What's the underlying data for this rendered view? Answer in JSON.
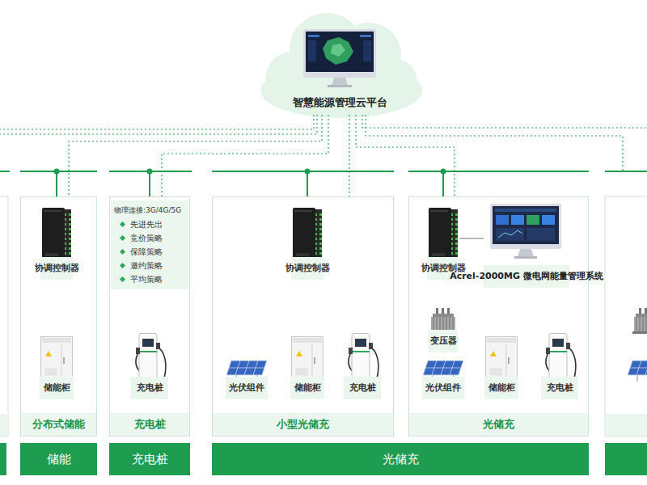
{
  "diagram": {
    "nodes": [
      {
        "text": [
          "智慧能源管理云平台"
        ]
      },
      {
        "text": [
          "分布式储能"
        ]
      },
      {
        "text": [
          "协调控制器"
        ],
        "in": 1
      },
      {
        "text": [
          "储能柜"
        ],
        "in": 1
      },
      {
        "text": [
          "充电桩"
        ]
      },
      {
        "text": [
          "物理连接:3G/4G/5G",
          "先进先出",
          "竞价策略",
          "保障策略",
          "邀约策略",
          "平均策略"
        ],
        "in": 4
      },
      {
        "text": [
          "充电桩"
        ],
        "in": 4
      },
      {
        "text": [
          "小型光储充"
        ]
      },
      {
        "text": [
          "协调控制器"
        ],
        "in": 7
      },
      {
        "text": [
          "光伏组件"
        ],
        "in": 7
      },
      {
        "text": [
          "储能柜"
        ],
        "in": 7
      },
      {
        "text": [
          "充电桩"
        ],
        "in": 7
      },
      {
        "text": [
          "光储充"
        ]
      },
      {
        "text": [
          "协调控制器"
        ],
        "in": 12
      },
      {
        "text": [
          "Acrel-2000MG 微电网能量管理系统"
        ],
        "in": 12
      },
      {
        "text": [
          "变压器"
        ],
        "in": 12
      },
      {
        "text": [
          "光伏组件"
        ],
        "in": 12
      },
      {
        "text": [
          "储能柜"
        ],
        "in": 12
      },
      {
        "text": [
          "充电桩"
        ],
        "in": 12
      },
      {
        "text": [
          "储能"
        ]
      },
      {
        "text": [
          "充电桩"
        ]
      },
      {
        "text": [
          "光储充"
        ]
      }
    ],
    "edges": [
      {
        "from": 0,
        "to": 1,
        "arrow": "none"
      },
      {
        "from": 0,
        "to": 4,
        "arrow": "none"
      },
      {
        "from": 0,
        "to": 7,
        "arrow": "none"
      },
      {
        "from": 0,
        "to": 12,
        "arrow": "none"
      },
      {
        "from": 13,
        "to": 14,
        "arrow": "none"
      }
    ]
  }
}
